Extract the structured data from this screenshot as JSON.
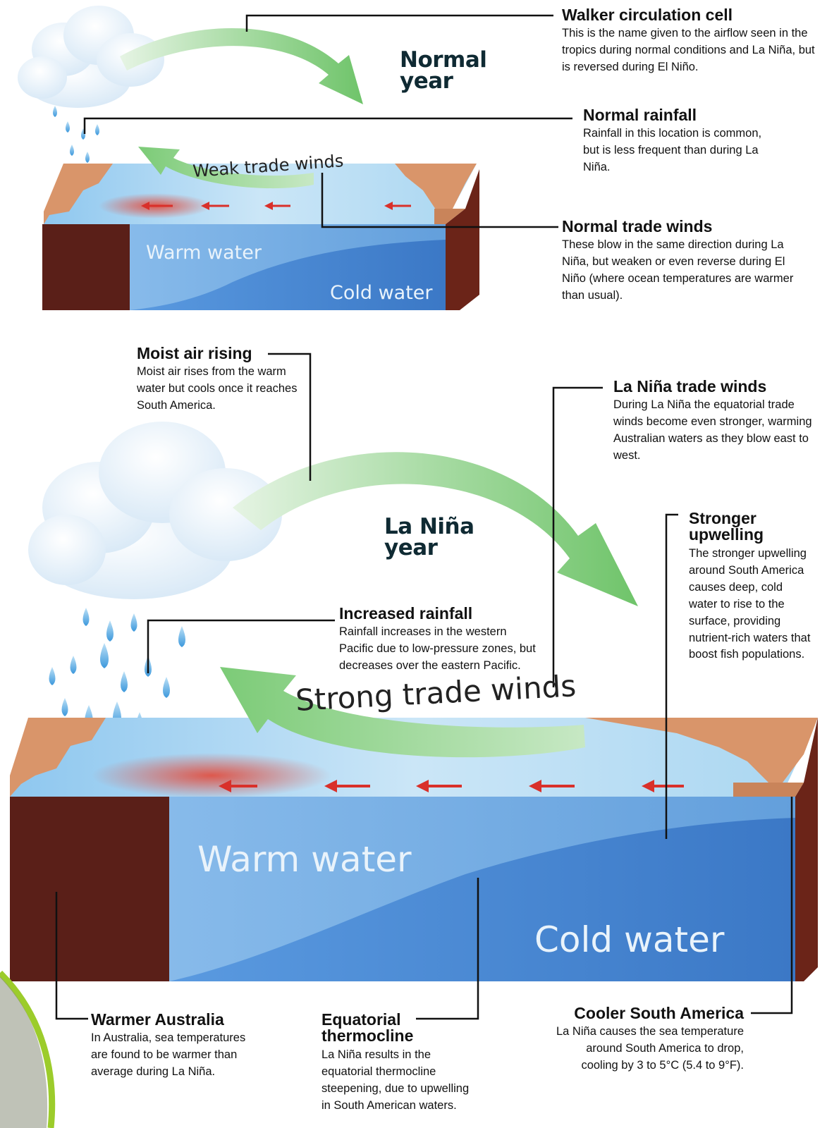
{
  "normal_panel": {
    "title_line1": "Normal",
    "title_line2": "year",
    "wind_label": "Weak trade winds",
    "warm_water_label": "Warm water",
    "cold_water_label": "Cold water"
  },
  "la_nina_panel": {
    "title_line1": "La Niña",
    "title_line2": "year",
    "wind_label": "Strong trade winds",
    "warm_water_label": "Warm water",
    "cold_water_label": "Cold water"
  },
  "annotations": {
    "walker": {
      "title": "Walker circulation cell",
      "body": "This is the name given to the airflow seen in the tropics during normal conditions and La Niña, but is reversed during El Niño."
    },
    "normal_rainfall": {
      "title": "Normal rainfall",
      "body": "Rainfall in this location is common, but is less frequent than during La Niña."
    },
    "normal_trade_winds": {
      "title": "Normal trade winds",
      "body": "These blow in the same direction during La Niña, but weaken or even reverse during El Niño (where ocean temperatures are warmer than usual)."
    },
    "moist_air": {
      "title": "Moist air rising",
      "body": "Moist air rises from the warm water but cools once it reaches South America."
    },
    "la_nina_trade_winds": {
      "title": "La Niña trade winds",
      "body": "During La Niña the equatorial trade winds become even stronger, warming Australian waters as they blow east to west."
    },
    "stronger_upwelling": {
      "title": "Stronger upwelling",
      "body": "The stronger upwelling around South America causes deep, cold water to rise to the surface, providing nutrient-rich waters that boost fish populations."
    },
    "increased_rainfall": {
      "title": "Increased rainfall",
      "body": "Rainfall increases in the western Pacific due to low-pressure zones, but decreases over the eastern Pacific."
    },
    "warmer_australia": {
      "title": "Warmer Australia",
      "body": "In Australia, sea temperatures are found to be warmer than average during La Niña."
    },
    "thermocline": {
      "title": "Equatorial thermocline",
      "body": "La Niña results in the equatorial thermocline steepening, due to upwelling in South American waters."
    },
    "cooler_south_america": {
      "title": "Cooler South America",
      "body": "La Niña causes the sea temperature around South America to drop, cooling by 3 to 5°C (5.4 to 9°F)."
    }
  },
  "colors": {
    "warm_water": "#4f8fd6",
    "cold_water": "#3d7bc9",
    "ocean_surface": "#a9d2ef",
    "land": "#d9956a",
    "earth_side": "#5a1f18",
    "arrow_green": "#8fcf8a",
    "wind_arrow_red": "#d9302a",
    "rain_drop": "#5fb0e6",
    "accent_lime": "#9ccc2b"
  }
}
